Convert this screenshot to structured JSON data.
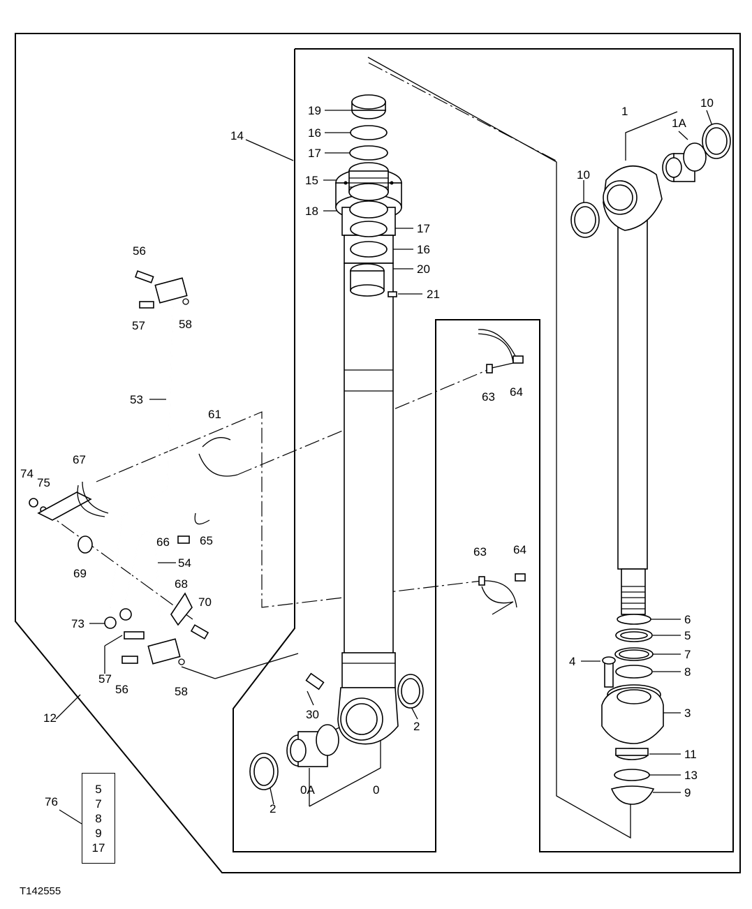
{
  "figure_id": "T142555",
  "kit_contents": [
    "5",
    "7",
    "8",
    "9",
    "17"
  ],
  "labels": {
    "p0": "0",
    "p0a": "0A",
    "p1": "1",
    "p1a": "1A",
    "p2a": "2",
    "p2b": "2",
    "p3": "3",
    "p4": "4",
    "p5": "5",
    "p6": "6",
    "p7": "7",
    "p8": "8",
    "p9": "9",
    "p10a": "10",
    "p10b": "10",
    "p11": "11",
    "p12": "12",
    "p13": "13",
    "p14": "14",
    "p15": "15",
    "p16a": "16",
    "p16b": "16",
    "p17a": "17",
    "p17b": "17",
    "p18": "18",
    "p19": "19",
    "p20": "20",
    "p21": "21",
    "p30": "30",
    "p53": "53",
    "p54": "54",
    "p56a": "56",
    "p56b": "56",
    "p57a": "57",
    "p57b": "57",
    "p58a": "58",
    "p58b": "58",
    "p61": "61",
    "p63a": "63",
    "p63b": "63",
    "p64a": "64",
    "p64b": "64",
    "p65": "65",
    "p66": "66",
    "p67": "67",
    "p68": "68",
    "p69": "69",
    "p70": "70",
    "p73": "73",
    "p74": "74",
    "p75": "75",
    "p76": "76"
  }
}
